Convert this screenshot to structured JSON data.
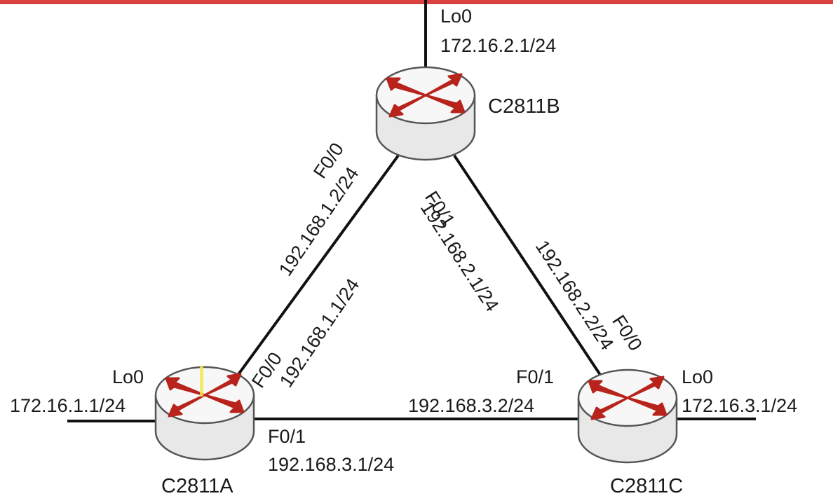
{
  "colors": {
    "link": "#111111",
    "router_body": "#e8e8e8",
    "router_top": "#f7f7f7",
    "router_edge": "#555555",
    "router_arrow": "#b8231c",
    "top_bar": "#d94040",
    "cursor": "#f2e94e"
  },
  "routers": {
    "a": {
      "name": "C2811A",
      "lo_iface": "Lo0",
      "lo_ip": "172.16.1.1/24"
    },
    "b": {
      "name": "C2811B",
      "lo_iface": "Lo0",
      "lo_ip": "172.16.2.1/24"
    },
    "c": {
      "name": "C2811C",
      "lo_iface": "Lo0",
      "lo_ip": "172.16.3.1/24"
    }
  },
  "links": {
    "ab": {
      "b_iface": "F0/0",
      "b_ip": "192.168.1.2/24",
      "a_iface": "F0/0",
      "a_ip": "192.168.1.1/24"
    },
    "bc": {
      "b_iface": "F0/1",
      "b_ip": "192.168.2.1/24",
      "c_iface": "F0/0",
      "c_ip": "192.168.2.2/24"
    },
    "ac": {
      "a_iface": "F0/1",
      "a_ip": "192.168.3.1/24",
      "c_iface": "F0/1",
      "c_ip": "192.168.3.2/24"
    }
  }
}
